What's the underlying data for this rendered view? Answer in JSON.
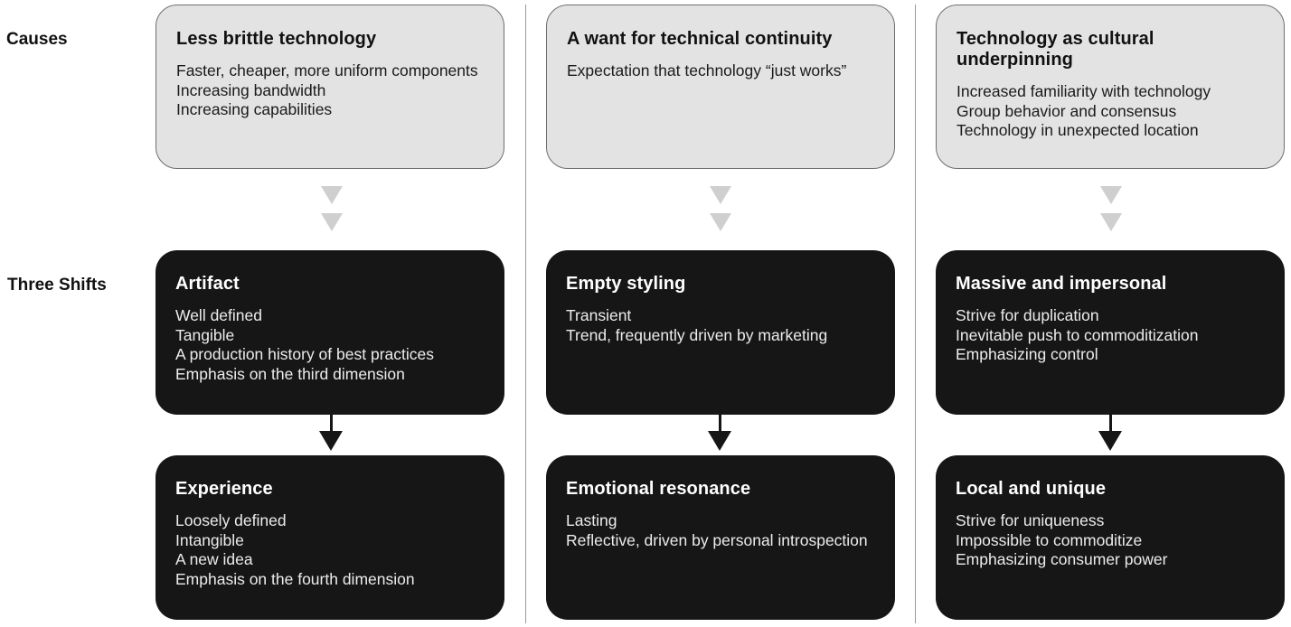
{
  "row_labels": {
    "causes": "Causes",
    "shifts": "Three Shifts"
  },
  "columns": [
    {
      "cause": {
        "title": "Less brittle technology",
        "lines": [
          "Faster, cheaper, more uniform components",
          "Increasing bandwidth",
          "Increasing capabilities"
        ]
      },
      "from": {
        "title": "Artifact",
        "lines": [
          "Well defined",
          "Tangible",
          "A production history of best practices",
          "Emphasis on the third dimension"
        ]
      },
      "to": {
        "title": "Experience",
        "lines": [
          "Loosely defined",
          "Intangible",
          "A new idea",
          "Emphasis on the fourth dimension"
        ]
      }
    },
    {
      "cause": {
        "title": "A want for technical continuity",
        "lines": [
          "Expectation that technology “just works”"
        ]
      },
      "from": {
        "title": "Empty styling",
        "lines": [
          "Transient",
          "Trend, frequently driven by marketing"
        ]
      },
      "to": {
        "title": "Emotional resonance",
        "lines": [
          "Lasting",
          "Reflective, driven by personal introspection"
        ]
      }
    },
    {
      "cause": {
        "title": "Technology as cultural underpinning",
        "lines": [
          "Increased familiarity with technology",
          "Group behavior and consensus",
          "Technology in unexpected location"
        ]
      },
      "from": {
        "title": "Massive and impersonal",
        "lines": [
          "Strive for duplication",
          "Inevitable push to commoditization",
          "Emphasizing control"
        ]
      },
      "to": {
        "title": "Local and unique",
        "lines": [
          "Strive for uniqueness",
          "Impossible to commoditize",
          "Emphasizing consumer power"
        ]
      }
    }
  ],
  "colors": {
    "cause_fill": "#e3e3e3",
    "shift_fill": "#161616",
    "connector_light": "#cfcfcf",
    "connector_dark": "#161616"
  }
}
